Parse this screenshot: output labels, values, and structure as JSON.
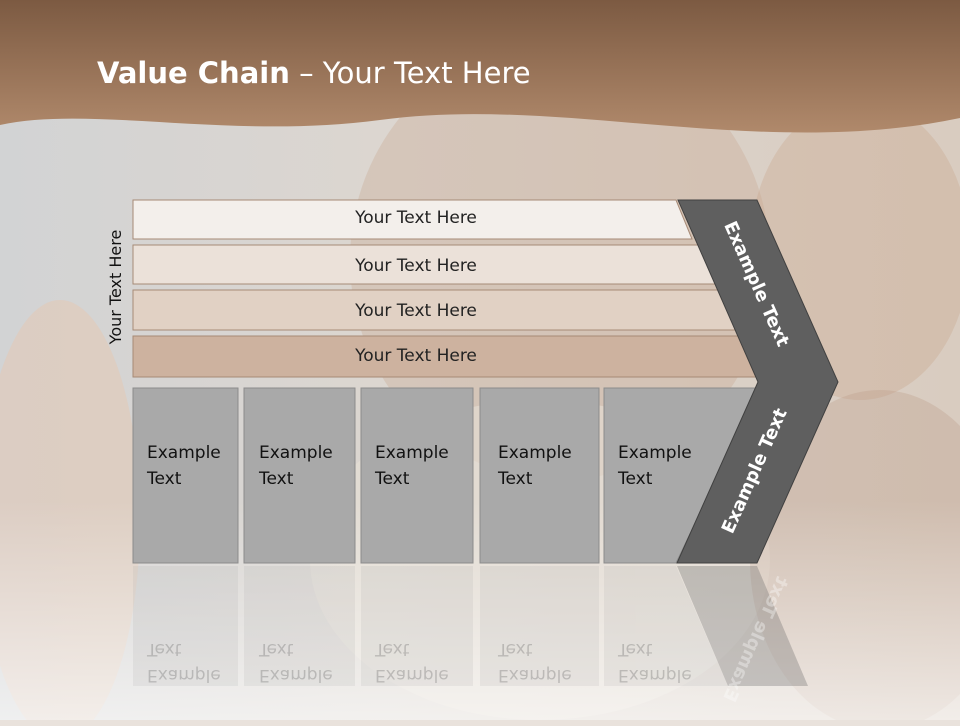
{
  "title": {
    "bold": "Value Chain",
    "rest": " – Your Text Here"
  },
  "vertical_label": "Your Text Here",
  "bands": [
    {
      "label": "Your Text Here",
      "fill": "#f3efeb"
    },
    {
      "label": "Your Text Here",
      "fill": "#ebe1d9"
    },
    {
      "label": "Your Text Here",
      "fill": "#e1d1c4"
    },
    {
      "label": "Your Text Here",
      "fill": "#cdb29f"
    }
  ],
  "columns": [
    {
      "line1": "Example",
      "line2": "Text"
    },
    {
      "line1": "Example",
      "line2": "Text"
    },
    {
      "line1": "Example",
      "line2": "Text"
    },
    {
      "line1": "Example",
      "line2": "Text"
    },
    {
      "line1": "Example",
      "line2": "Text"
    }
  ],
  "chevron": {
    "top_label": "Example Text",
    "bottom_label": "Example Text"
  },
  "colors": {
    "header": "#9a6f4e",
    "column": "#a9a9a9",
    "chevron": "#5f5f5f",
    "photo": "#d9cfc5"
  }
}
